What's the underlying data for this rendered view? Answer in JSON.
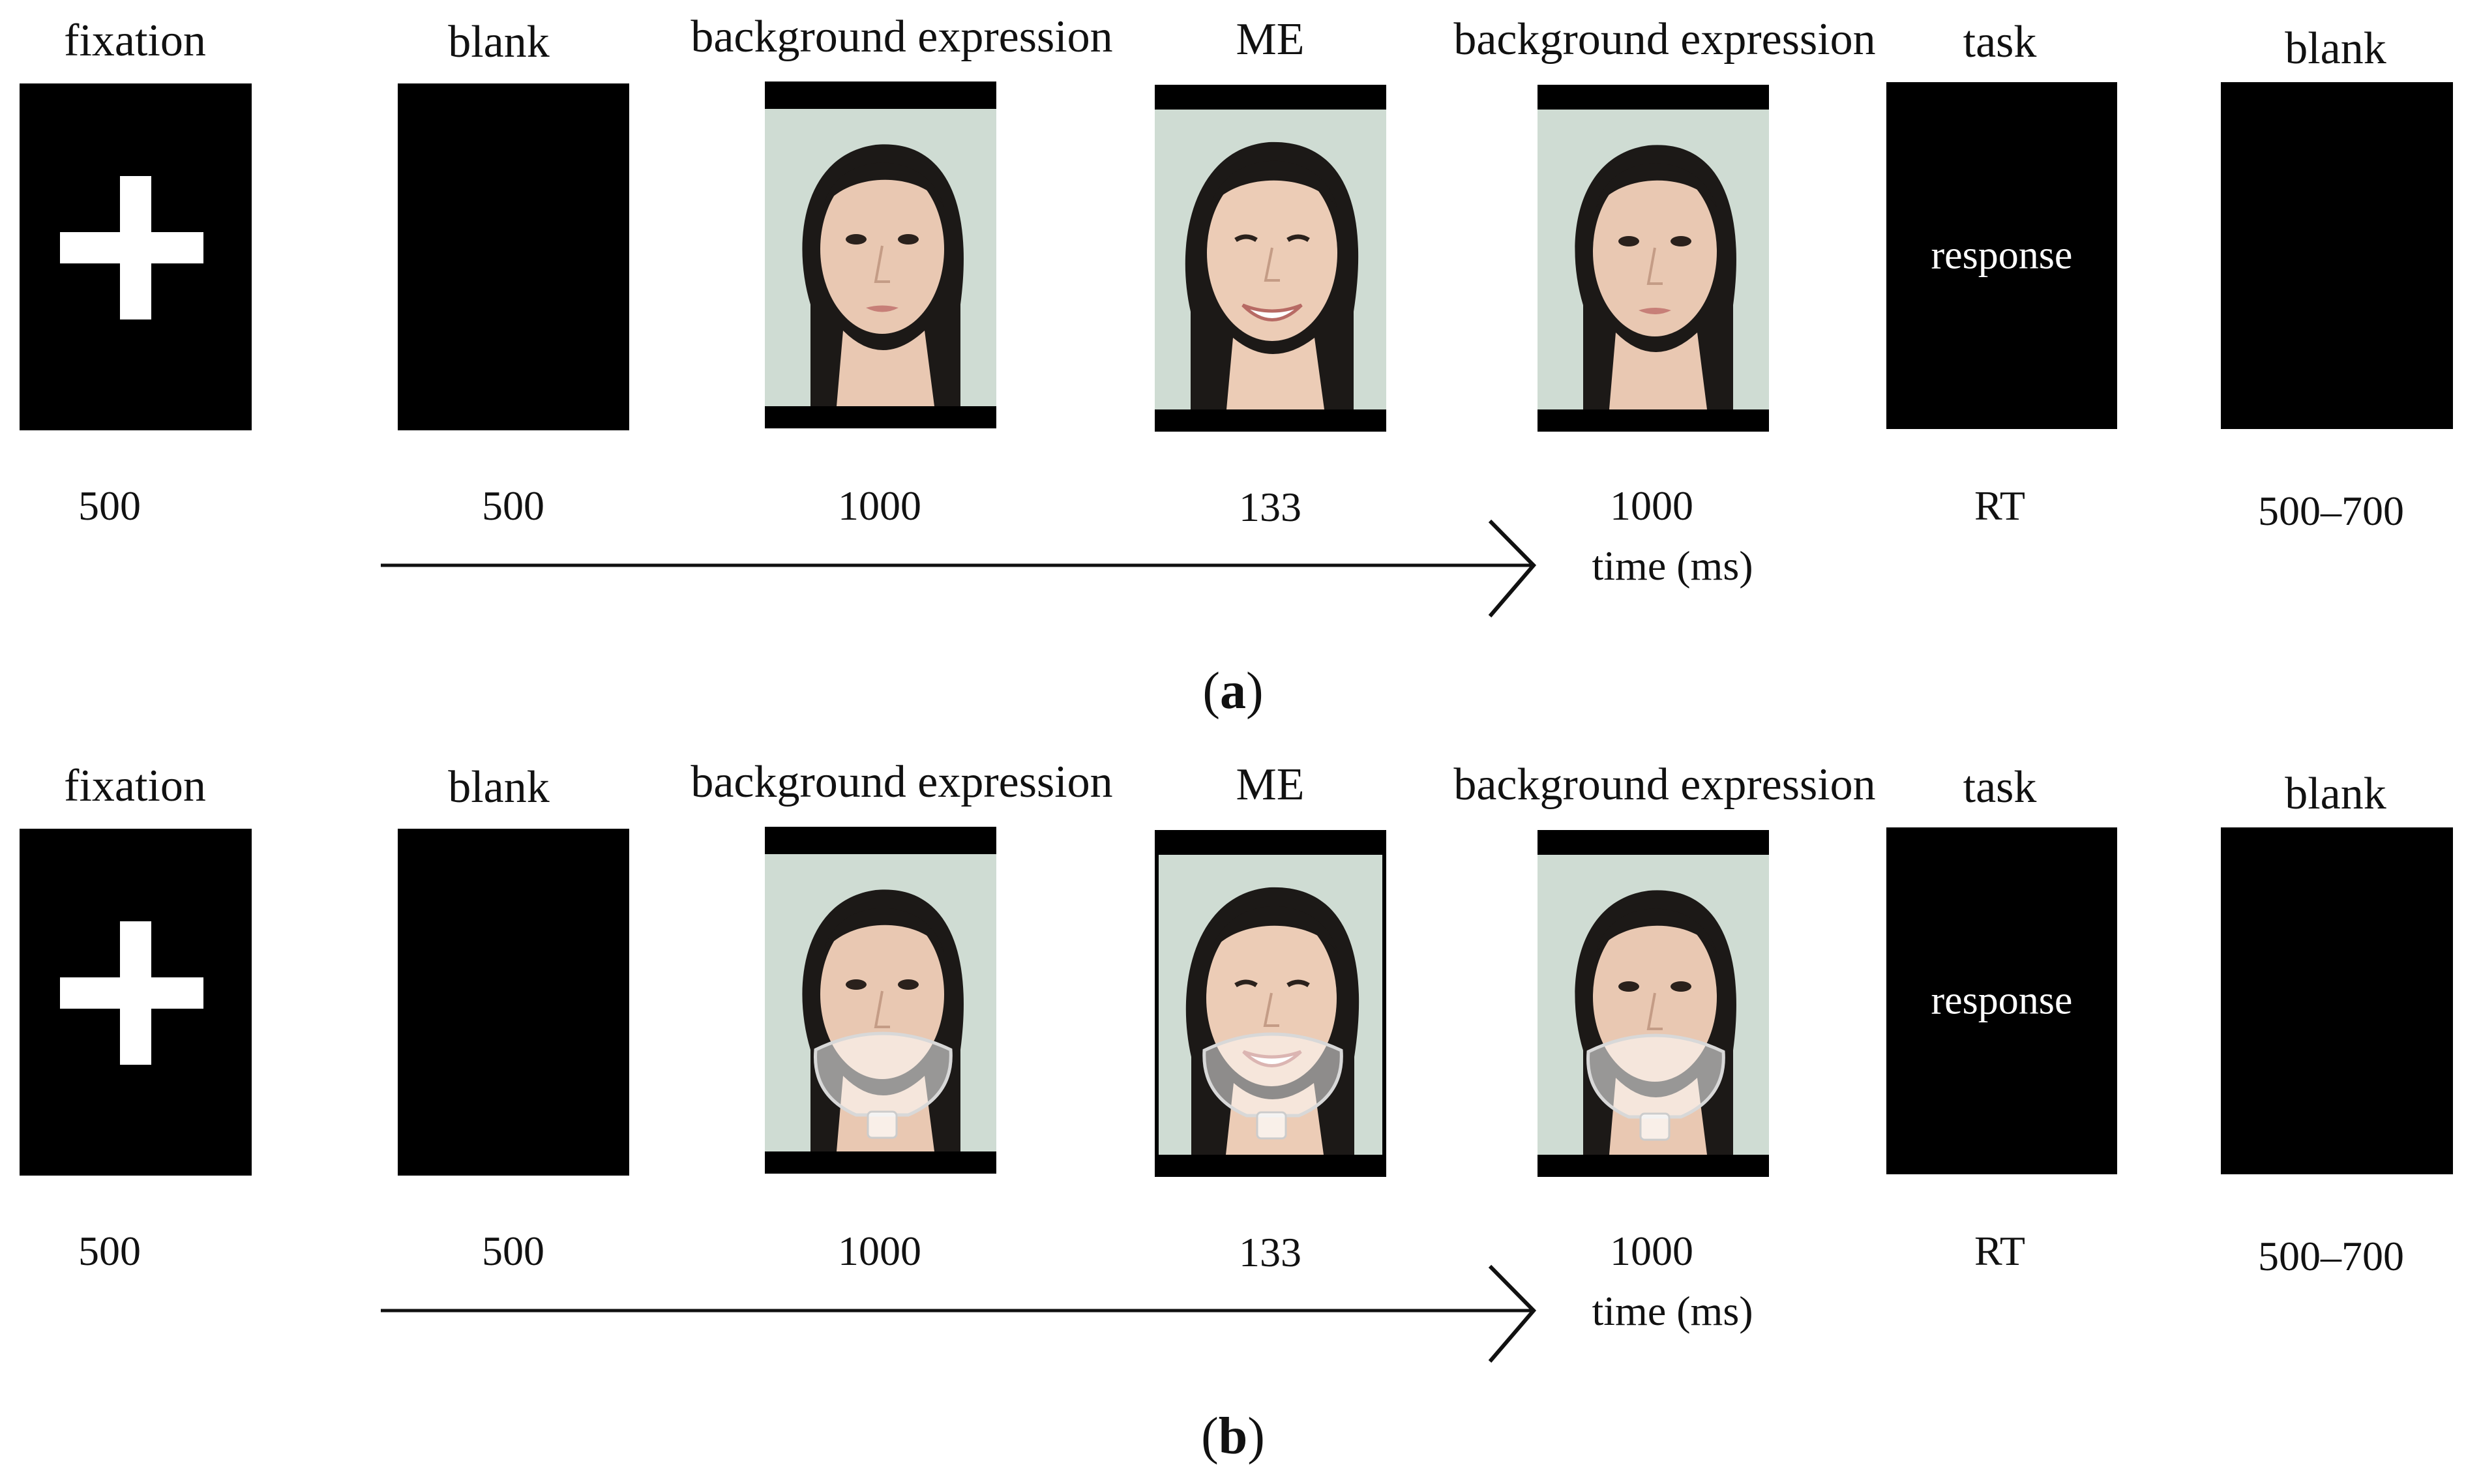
{
  "panels": [
    {
      "caption_letter": "a",
      "stages": [
        {
          "label": "fixation",
          "duration": "500",
          "screen": "fixation-cross"
        },
        {
          "label": "blank",
          "duration": "500",
          "screen": "black"
        },
        {
          "label": "background expression",
          "duration": "1000",
          "screen": "face-neutral"
        },
        {
          "label": "ME",
          "duration": "133",
          "screen": "face-smile"
        },
        {
          "label": "background expression",
          "duration": "1000",
          "screen": "face-neutral"
        },
        {
          "label": "task",
          "duration": "RT",
          "screen": "response",
          "screen_text": "response"
        },
        {
          "label": "blank",
          "duration": "500–700",
          "screen": "black"
        }
      ],
      "axis_label": "time (ms)"
    },
    {
      "caption_letter": "b",
      "stages": [
        {
          "label": "fixation",
          "duration": "500",
          "screen": "fixation-cross"
        },
        {
          "label": "blank",
          "duration": "500",
          "screen": "black"
        },
        {
          "label": "background expression",
          "duration": "1000",
          "screen": "face-neutral-masked"
        },
        {
          "label": "ME",
          "duration": "133",
          "screen": "face-smile-masked"
        },
        {
          "label": "background expression",
          "duration": "1000",
          "screen": "face-neutral-masked"
        },
        {
          "label": "task",
          "duration": "RT",
          "screen": "response",
          "screen_text": "response"
        },
        {
          "label": "blank",
          "duration": "500–700",
          "screen": "black"
        }
      ],
      "axis_label": "time (ms)"
    }
  ],
  "colors": {
    "screen_background": "#000000",
    "cross": "#ffffff",
    "photo_background": "#cfdcd3"
  }
}
